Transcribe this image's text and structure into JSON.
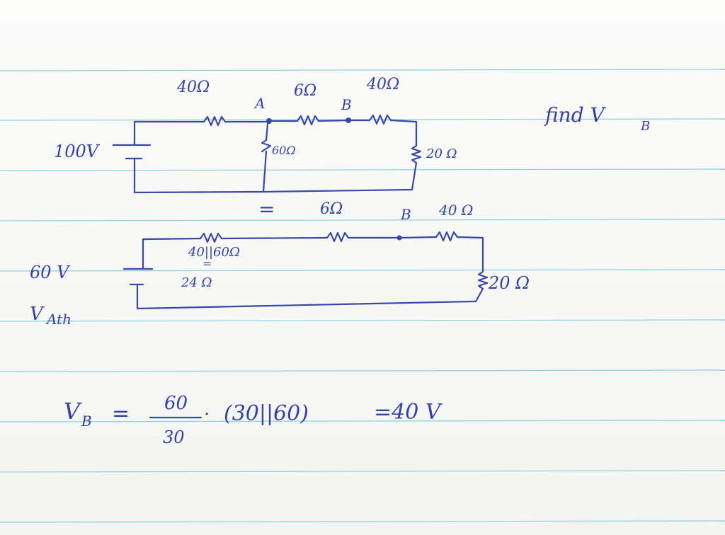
{
  "top_circuit": {
    "source": "100V",
    "r_left_top": "40Ω",
    "node_a": "A",
    "r_mid_top": "6Ω",
    "node_b": "B",
    "r_right_top": "40Ω",
    "r_shunt": "60Ω",
    "r_right_side": "20 Ω"
  },
  "find_label": "find V",
  "find_sub": "B",
  "equals_sign": "=",
  "bottom_circuit": {
    "source": "60 V",
    "source_name": "V",
    "source_name_sub": "Ath",
    "r_mid_top": "6Ω",
    "node_b": "B",
    "r_right_top": "40 Ω",
    "r_parallel": "40||60Ω",
    "r_parallel_eq": "=",
    "r_parallel_result": "24 Ω",
    "r_right_side": "20 Ω"
  },
  "equation": {
    "lhs": "V",
    "lhs_sub": "B",
    "eq": "=",
    "numerator": "60",
    "denominator": "30",
    "dot": "·",
    "parallel_term": "(30||60)",
    "result": "=40 V"
  },
  "colors": {
    "ink": "#3442a6",
    "ruled_line": "#8fd3d6",
    "paper": "#f7f7f5"
  }
}
